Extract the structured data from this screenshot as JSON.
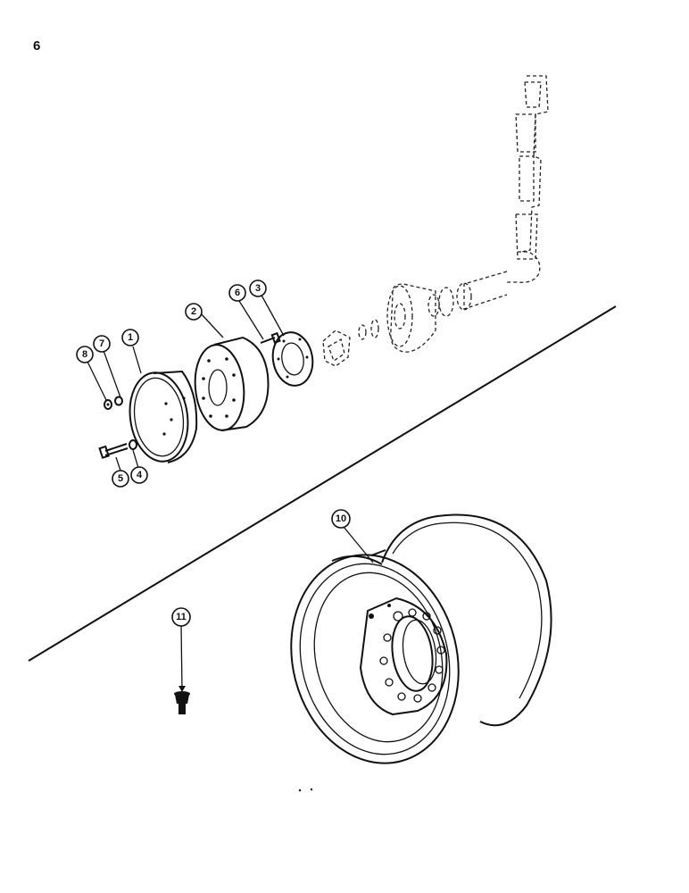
{
  "page": {
    "number": "6"
  },
  "callouts": [
    {
      "id": "1",
      "label": "1"
    },
    {
      "id": "2",
      "label": "2"
    },
    {
      "id": "3",
      "label": "3"
    },
    {
      "id": "4",
      "label": "4"
    },
    {
      "id": "5",
      "label": "5"
    },
    {
      "id": "6",
      "label": "6"
    },
    {
      "id": "7",
      "label": "7"
    },
    {
      "id": "8",
      "label": "8"
    },
    {
      "id": "10",
      "label": "10"
    },
    {
      "id": "11",
      "label": "11"
    }
  ]
}
